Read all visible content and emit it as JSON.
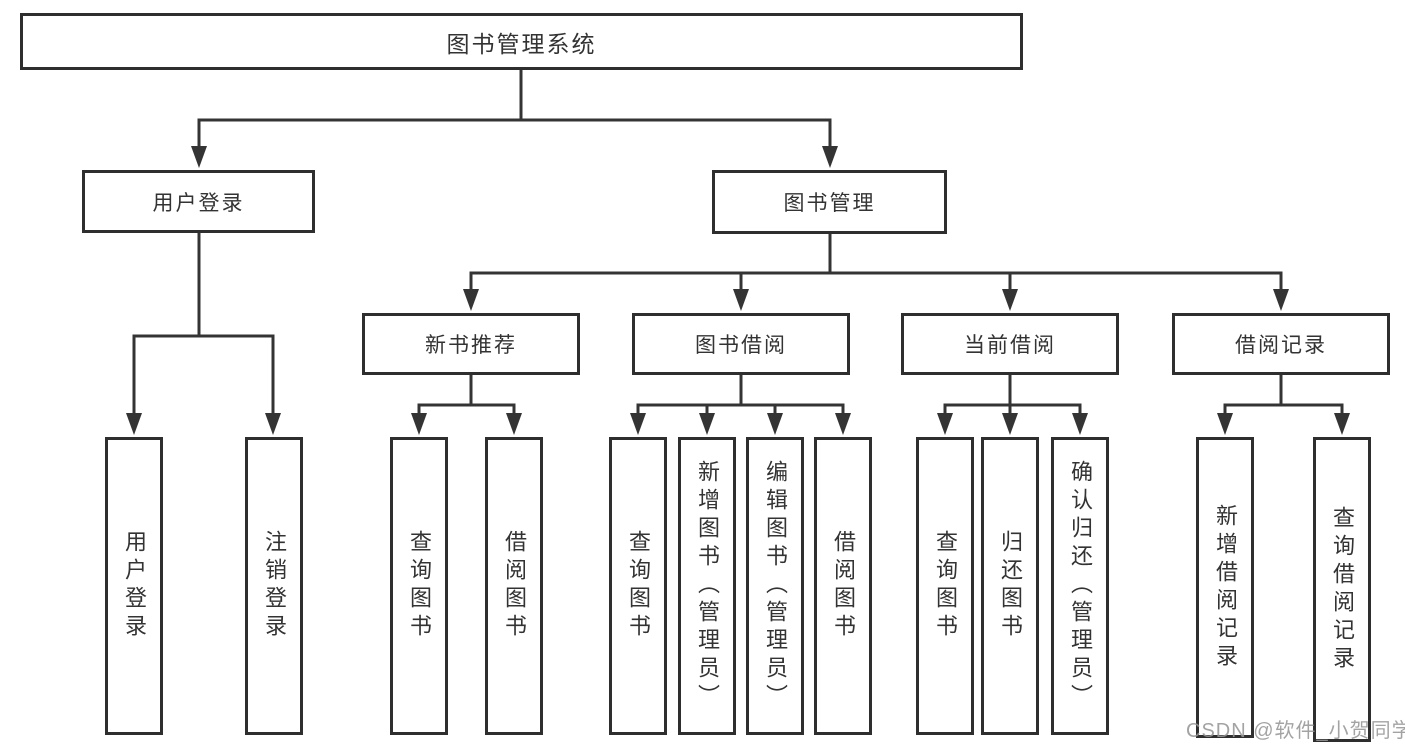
{
  "tree": {
    "root": {
      "label": "图书管理系统",
      "children": [
        {
          "label": "用户登录",
          "children": [
            {
              "label": "用户登录"
            },
            {
              "label": "注销登录"
            }
          ]
        },
        {
          "label": "图书管理",
          "children": [
            {
              "label": "新书推荐",
              "children": [
                {
                  "label": "查询图书"
                },
                {
                  "label": "借阅图书"
                }
              ]
            },
            {
              "label": "图书借阅",
              "children": [
                {
                  "label": "查询图书"
                },
                {
                  "label": "新增图书（管理员）"
                },
                {
                  "label": "编辑图书（管理员）"
                },
                {
                  "label": "借阅图书"
                }
              ]
            },
            {
              "label": "当前借阅",
              "children": [
                {
                  "label": "查询图书"
                },
                {
                  "label": "归还图书"
                },
                {
                  "label": "确认归还（管理员）"
                }
              ]
            },
            {
              "label": "借阅记录",
              "children": [
                {
                  "label": "新增借阅记录"
                },
                {
                  "label": "查询借阅记录"
                }
              ]
            }
          ]
        }
      ]
    }
  },
  "watermark": {
    "text": "CSDN @软件_小贺同学"
  },
  "colors": {
    "line": "#343434",
    "box_border": "#2e2e2e",
    "text": "#333333",
    "watermark": "#969696",
    "background": "#ffffff"
  }
}
